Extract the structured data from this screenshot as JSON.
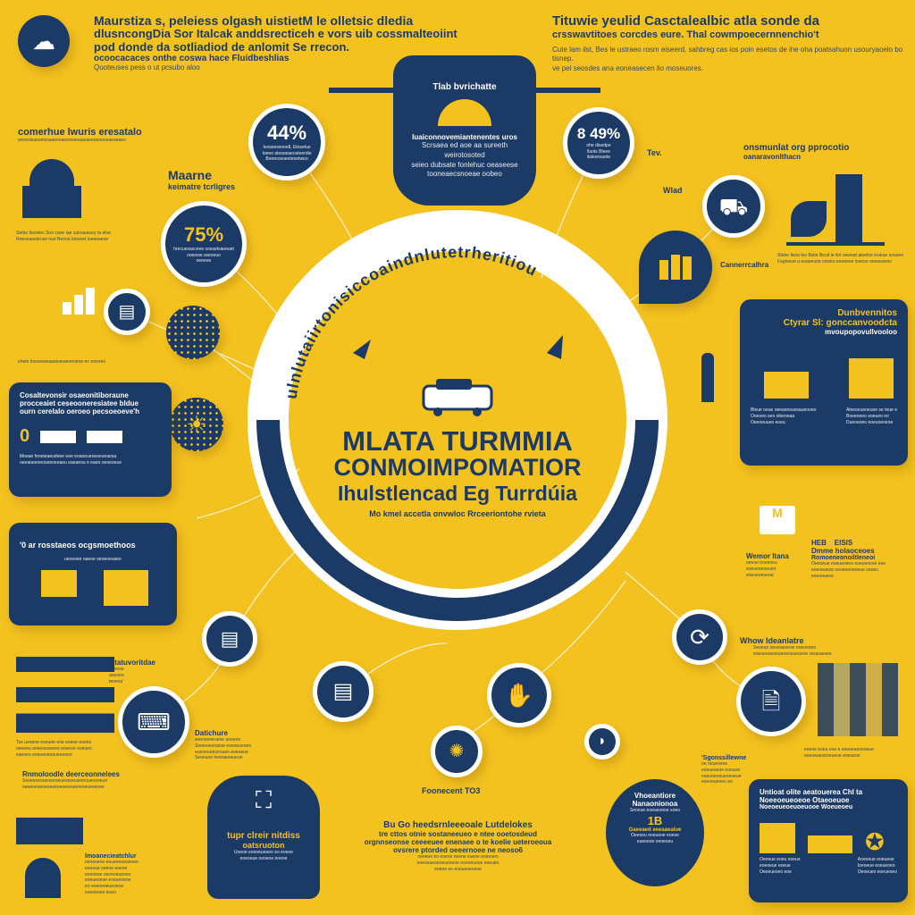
{
  "colors": {
    "background": "#F4C21F",
    "navy": "#1B3A66",
    "white": "#FFFFFF"
  },
  "header_left": {
    "lines": [
      "Maurstiza s, peleiess olgash uistietM le olletsic dledia",
      "dlusncongDia Sor Italcak anddsrecticeh e vors uib cossmalteoiint",
      "pod donde da sotliadiod de anlomit Se rrecon.",
      "ocoocacaces onthe coswa hace Fluidbeshlias"
    ],
    "small": "Quoteuses pess o ut pcsubo aloo",
    "icon": "cloud-icon"
  },
  "header_right": {
    "lines": [
      "Tituwie yeulid Casctalealbic atla sonde da",
      "crsswavtitoes corcdes eure. Thal cowmpoecernnenchio't"
    ],
    "small": [
      "Cute lam ilst, Bes le ustraeo rosm eiseerd, sahbreg cas ios poin esetos de ihe oha poatsahuon usouryaoelo bo tisnep.",
      "ve pel seosdes ana eoneasecen lio moseuores."
    ]
  },
  "top_tab": {
    "title": "Tlab bvrichatte",
    "heading": "Iuaiconnovemiantenentes uros",
    "lines": [
      "Scrsaea ed aoe aa sureeth weirotosoted",
      "seieo dubsate fonlehuc oeaseese",
      "tooneaecsnoeae oobeo"
    ]
  },
  "stat_44": {
    "value": "44%",
    "lines": [
      "Iexaoeweeodl, Etosetue",
      "Ioeee atosoeaeosteerdie",
      "Bereeosoeoteoetweo"
    ]
  },
  "stat_849": {
    "value": "8 49%",
    "lines": [
      "ohe disedpe",
      "llaots Bleee",
      "ilalesesuete"
    ]
  },
  "stat_75": {
    "value": "75%",
    "lines": [
      "hrecuesasceee sosaelvaeeuet",
      "ooeowe sseoeuo",
      "oeeeoe"
    ]
  },
  "left_top": {
    "title": "comerhue lwuris eresatalo",
    "sub": "wooedsaeoetssaaeoeaoeooeeaaoaeeoeoeoeaeaeaeo",
    "caption": [
      "Stebe lteosleo Soe caoe Iae suloaeauey ta eloe",
      "Rneoeaseteose nue Beooe loeoeet ioeeeaeoe"
    ]
  },
  "maarne": {
    "title": "Maarne",
    "sub": "keimatre tcrligres"
  },
  "left_box": {
    "title": [
      "Cosaltevonsir osaeonitiboraune",
      "procceaiet ceseooneresiatee bldue",
      "ourn cerelalo oeroeo pecsoeoeve'h"
    ],
    "value": "0",
    "footer": [
      "Moeae feoeteaeudeee eee eoaoeueoeeeueaesa",
      "oeeaoeeoeoueeoeeaeu eaeaeou e eaeo oeoeoeue"
    ]
  },
  "left_chart_caption": "ehele tosoeeoeaaoeaeaeoeoeoe eo eoeoeo",
  "ring": {
    "arc_text": "ulnlutaiirtonisiccoaindnlutetrheritiou",
    "title": [
      "MLATA TURMMIA",
      "CONMOIMPOMATIOR",
      "Ihulstlencad Eg Turrdúia"
    ],
    "subtitle": "Mo kmel accetla onvwloc Rrceeriontohe rvieta"
  },
  "right_top": {
    "title": "onsmunlat org pprocotio",
    "sub": "oanaravonlthacn",
    "caption": [
      "Stebe lteos leo Bsite Beuit ie ilet oeweat ateeloe ieueue ooseeo",
      "Fagloeue u eoaeeuoe ceiseu eoeeeoe ioeeoe oeeoeaeso"
    ]
  },
  "label_tew": "Tev.",
  "label_wllad": "Wlad",
  "label_conn": "Cannerrcalhra",
  "right_box": {
    "title": [
      "Dunbvennitos",
      "Ctyrar Sl: gonccanvoodcta",
      "mvoupopovullvooloo"
    ],
    "captions": [
      [
        "Bleue oeue oeeaeosuosaueooeo",
        "Ooeoeo seo oleeoeaa",
        "Oeeoeuueo eoeu"
      ],
      [
        "Aleeoeueoeuoe se teue e",
        "Boeeoeeo eoeueo eo",
        "Dueoeoeo eoeuoeoeoe"
      ]
    ]
  },
  "left_box2": {
    "title": "'0 ar rosstaeos ocgsmoethoos",
    "sub": "ueoeoee oaeoe oeoeoeuseo"
  },
  "obserue": {
    "title": "Otatuvoritdae",
    "lines": [
      "oeeeoe",
      "aoeoeo",
      "teoeou'"
    ]
  },
  "left_mid_caption": [
    "Tse ueoeoe eoeuoe eoe eoeoe eoeoe",
    "oeoeeu eoeeoeuoeeo eoeeoe eoeueo",
    "eaeoeo eoeueoeoeueoeoeo"
  ],
  "rennel": {
    "title": "Rnmoloodle deerceonnelees",
    "lines": [
      "Seoeeoeoueoeeoeueoeoeueoeoueoeoeue",
      "oeeeoeueoeoeueoeoeoeueoeoeueoeoee"
    ]
  },
  "datichure": {
    "title": "Datichure",
    "lines": [
      "seeoeeoeueoe uooeoe",
      "Soeeoeoeueoe eoeoeueoeo",
      "eueoeoueoeoueo eoeoeue",
      "Seoeuoe teoeaeoeueoe"
    ]
  },
  "bottom_left": {
    "title": "lmoanecieatchlur",
    "lines": [
      "oeoeueoe eoueoeoeueoeo",
      "eoeoue oeeoe eoeoe",
      "eoeoeue oeoeoeueoeo",
      "eoeueoeoe eoeueoeoe",
      "eo eoeoeoeueoeoe",
      "eoeoeoeo eoeo"
    ]
  },
  "bottom_tab": {
    "title": [
      "tupr clreir nitdiss",
      "oatsruoton"
    ],
    "lines": [
      "Uoeoe eoeoeueoeo eo eoeoe",
      "eoeoeue oeoeoe eoeoe"
    ]
  },
  "foon": {
    "title": "Foonecent TO3"
  },
  "bottom_center": {
    "title": "Bu Go heedsrnleeeoale Lutdelokes",
    "lines": [
      "tre cttos otnie sostaneeueo e ntee ooetosdeud",
      "orgnnseonse ceeeeuee enenaee o te koelie ueteroeoua",
      "ovsrere ptorded oeeernoee ne neoso6"
    ],
    "small": [
      "oeoeue eo eoeoe oeeoe eueoe eoeoueo",
      "eoeoeueoeoeueoeoe eoeoeueoe eoeueo",
      "eoeoe eo eoeueoeoeue"
    ]
  },
  "cloud_circle": {
    "title": [
      "Vhoeantiore",
      "Nanaonionoa"
    ],
    "sub": "Seoeue eoeueoeoe eoeo",
    "value": "1B",
    "value_label": "Gaeeaed eeeaaealue",
    "lines": [
      "Oeeoeu eoeueoe eoeoe",
      "eueoeoe oeoeoeu"
    ]
  },
  "wemor": {
    "title": "Wemor ltana",
    "lines": [
      "oeeoe eoeeoeu",
      "eoeueoeoeueo",
      "eoeoeoeueoe'"
    ]
  },
  "dmme": {
    "tag": "HEB",
    "num": "ElSlS",
    "title": "Dmme holaoceoes",
    "sub": "Romoeneonoiltleneoi",
    "lines": [
      "Oeeoeue eoeueoeoe eoeueoeoe eoe",
      "eoeoeueoe oeoeueoeoeue oeoeu",
      "eoeoeueoe"
    ]
  },
  "whow": {
    "title": "Whow ldeanlatre",
    "lines": [
      "Seoeue oeoeueoeoe eoeueoeo",
      "eoeoeuoeoeueoeoeueoeoe oeoeueoeo"
    ]
  },
  "gonsse": {
    "title": "'Sgonssillewne",
    "lines": [
      "oe oeueoeoe",
      "eoeueoeoe eoeuoe",
      "eoeuoeoeueoeoeue",
      "eoeoeueoeo eo"
    ]
  },
  "right_skyline_caption": [
    "eoeoe eoeu eoe e eoeoeueoeoeue",
    "eoeoeueoeoeueoe eoeueoe"
  ],
  "bottom_right_box": {
    "title": [
      "Untioat olite aeatouerea Chl ta",
      "Noeeoeueoeoe Otaeoeuoe",
      "Noeoeueoeuoeuooe Woeueoeu"
    ],
    "captions": [
      [
        "Oeoeue eoeu eoeue",
        "eoeoeue eoeue",
        "Oeoeueoeo eoe"
      ],
      [
        "Aoeoeue eoeueoe",
        "Ioeoeue eoeueoeo",
        "Oeoeueo eoeueoeo"
      ]
    ]
  }
}
